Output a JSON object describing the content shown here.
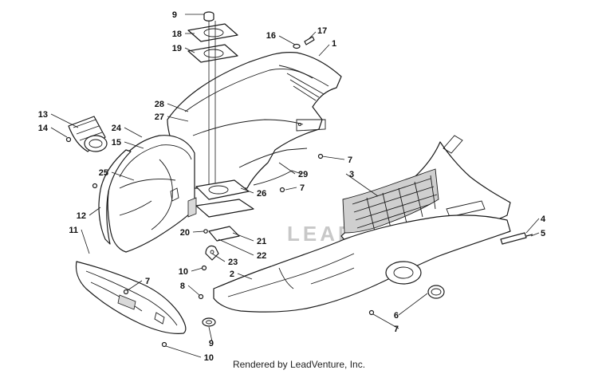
{
  "footer": "Rendered by LeadVenture, Inc.",
  "watermark": "LEADVENTURE",
  "callouts": {
    "c1": "1",
    "c2": "2",
    "c3": "3",
    "c4": "4",
    "c5": "5",
    "c6": "6",
    "c7a": "7",
    "c7b": "7",
    "c7c": "7",
    "c7d": "7",
    "c8": "8",
    "c9a": "9",
    "c9b": "9",
    "c10a": "10",
    "c10b": "10",
    "c11": "11",
    "c12": "12",
    "c13": "13",
    "c14": "14",
    "c15": "15",
    "c16": "16",
    "c17": "17",
    "c18": "18",
    "c19": "19",
    "c20": "20",
    "c21": "21",
    "c22": "22",
    "c23": "23",
    "c24": "24",
    "c25": "25",
    "c26": "26",
    "c27": "27",
    "c28": "28",
    "c29": "29"
  }
}
